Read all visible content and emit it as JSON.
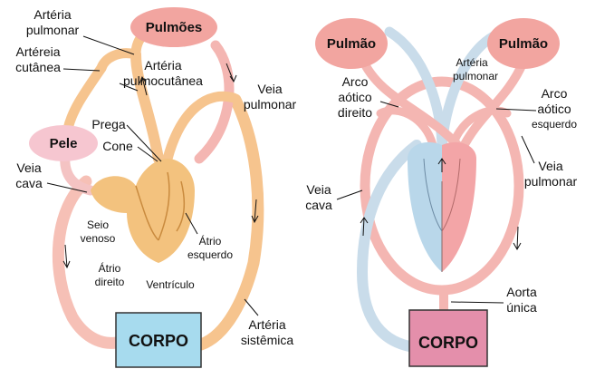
{
  "colors": {
    "vessel_orange": "#f6c48e",
    "vessel_pink": "#f4b6b2",
    "vessel_blue": "#c9dcea",
    "lung_fill": "#f2a5a0",
    "skin_fill": "#f6c6d0",
    "heart_amphibian": "#f3c27e",
    "corpo_left": "#a7dbee",
    "corpo_right": "#e48fab",
    "heart_blue": "#b9d7ea",
    "heart_red": "#f3a5a7"
  },
  "left": {
    "lungs": "Pulmões",
    "skin": "Pele",
    "body": "CORPO",
    "labels": {
      "arteria_pulmonar_1": "Artéria",
      "arteria_pulmonar_2": "pulmonar",
      "arteria_cutanea_1": "Artéreia",
      "arteria_cutanea_2": "cutânea",
      "pulmocutanea_1": "Artéria",
      "pulmocutanea_2": "pulmocutânea",
      "veia_pulmonar_1": "Veia",
      "veia_pulmonar_2": "pulmonar",
      "prega": "Prega",
      "cone": "Cone",
      "veia_cava_1": "Veia",
      "veia_cava_2": "cava",
      "seio_venoso_1": "Seio",
      "seio_venoso_2": "venoso",
      "atrio_direito_1": "Átrio",
      "atrio_direito_2": "direito",
      "ventriculo": "Ventrículo",
      "atrio_esquerdo_1": "Átrio",
      "atrio_esquerdo_2": "esquerdo",
      "arteria_sistemica_1": "Artéria",
      "arteria_sistemica_2": "sistêmica"
    }
  },
  "right": {
    "lung_left": "Pulmão",
    "lung_right": "Pulmão",
    "body": "CORPO",
    "labels": {
      "arteria_pulmonar_1": "Artéria",
      "arteria_pulmonar_2": "pulmonar",
      "arco_direito_1": "Arco",
      "arco_direito_2": "aótico",
      "arco_direito_3": "direito",
      "arco_esquerdo_1": "Arco",
      "arco_esquerdo_2": "aótico",
      "arco_esquerdo_3": "esquerdo",
      "veia_pulmonar_1": "Veia",
      "veia_pulmonar_2": "pulmonar",
      "veia_cava_1": "Veia",
      "veia_cava_2": "cava",
      "aorta_1": "Aorta",
      "aorta_2": "única"
    }
  }
}
